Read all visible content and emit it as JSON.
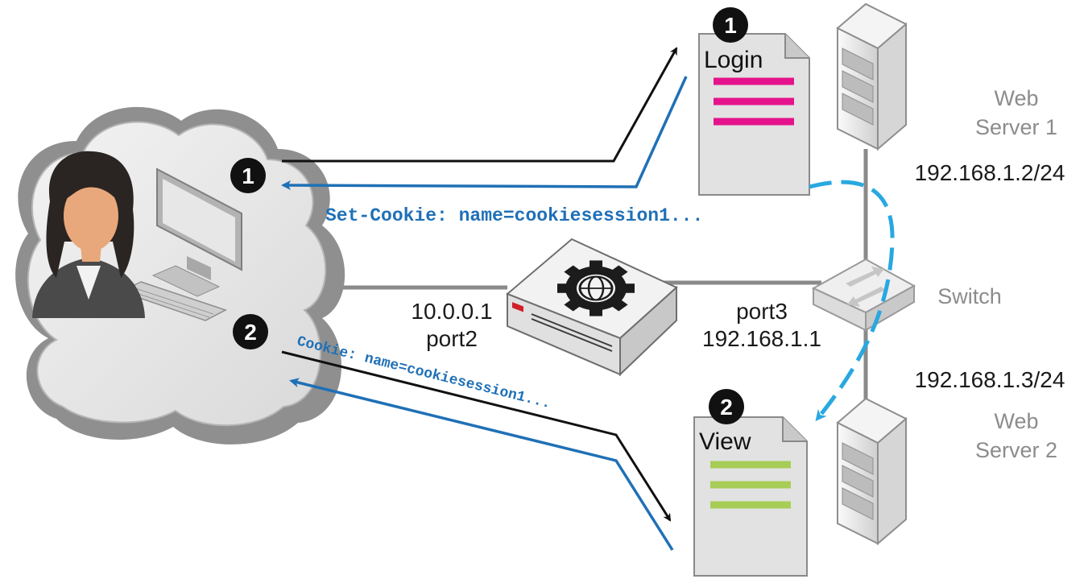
{
  "colors": {
    "request_arrow": "#111111",
    "response_arrow": "#1f70b6",
    "persistence_arrow": "#29a8e0",
    "network_line": "#8a8a8a",
    "login_lines": "#e5138b",
    "view_lines": "#a7cd57",
    "cookie_text": "#1f70b6",
    "muted_label": "#8c8c8c"
  },
  "badges": {
    "step1": "1",
    "step2": "2"
  },
  "documents": {
    "login": {
      "title": "Login",
      "badge": "1"
    },
    "view": {
      "title": "View",
      "badge": "2"
    }
  },
  "messages": {
    "set_cookie": "Set-Cookie: name=cookiesession1...",
    "cookie": "Cookie: name=cookiesession1..."
  },
  "fortigate": {
    "left_ip": "10.0.0.1",
    "left_port": "port2",
    "right_port": "port3",
    "right_ip": "192.168.1.1"
  },
  "switch": {
    "label": "Switch"
  },
  "servers": {
    "web1": {
      "line1": "Web",
      "line2": "Server 1",
      "ip": "192.168.1.2/24"
    },
    "web2": {
      "line1": "Web",
      "line2": "Server 2",
      "ip": "192.168.1.3/24"
    }
  },
  "icons": [
    "cloud-icon",
    "user-avatar-icon",
    "monitor-icon",
    "keyboard-icon",
    "fortigate-appliance-icon",
    "gear-globe-icon",
    "network-switch-icon",
    "server-tower-icon",
    "document-icon"
  ]
}
